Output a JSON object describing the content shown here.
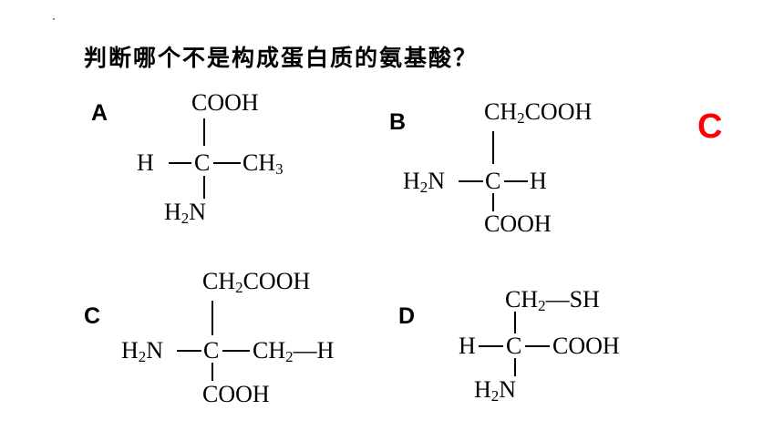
{
  "question": "判断哪个不是构成蛋白质的氨基酸？",
  "answer": {
    "text": "C",
    "color": "#ff0000"
  },
  "options": {
    "A": {
      "label": "A",
      "top_group": "COOH",
      "left_group": "H",
      "center": "C",
      "right_group": "CH3",
      "bottom_group": {
        "main": "H",
        "sub": "2",
        "rest": "N"
      }
    },
    "B": {
      "label": "B",
      "top_group": {
        "pre": "CH",
        "sub": "2",
        "post": "COOH"
      },
      "left_group": {
        "main": "H",
        "sub": "2",
        "rest": "N"
      },
      "center": "C",
      "right_group": "H",
      "bottom_group": "COOH"
    },
    "C": {
      "label": "C",
      "top_group": {
        "pre": "CH",
        "sub": "2",
        "post": "COOH"
      },
      "left_group": {
        "main": "H",
        "sub": "2",
        "rest": "N"
      },
      "center": "C",
      "right_group": {
        "pre": "CH",
        "sub": "2",
        "bond": "—",
        "post": "H"
      },
      "bottom_group": "COOH"
    },
    "D": {
      "label": "D",
      "top_group": {
        "pre": "CH",
        "sub": "2",
        "bond": "—",
        "post": "SH"
      },
      "left_group": "H",
      "center": "C",
      "right_group": "COOH",
      "bottom_group": {
        "main": "H",
        "sub": "2",
        "rest": "N"
      }
    }
  }
}
